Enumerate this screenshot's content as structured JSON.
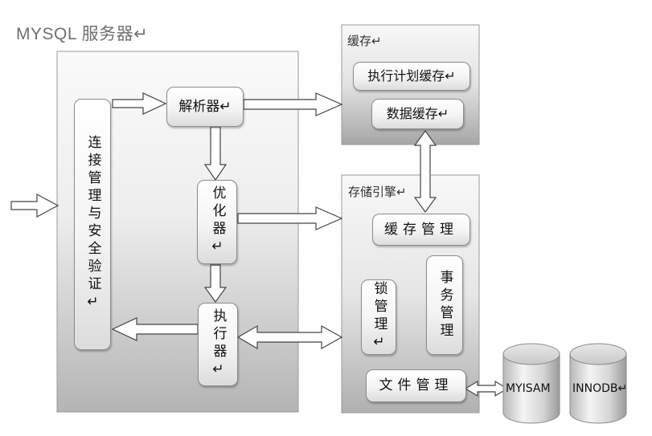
{
  "title": "MYSQL 服务器↵",
  "panels": {
    "cache": "缓存↵",
    "engine": "存储引擎↵"
  },
  "boxes": {
    "connection": "连接管理与安全验证↵",
    "parser": "解析器↵",
    "optimizer": "优化器↵",
    "executor": "执行器↵",
    "plan_cache": "执行计划缓存↵",
    "data_cache": "数据缓存↵",
    "cache_mgmt": "缓存管理",
    "lock_mgmt": "锁管理↵",
    "txn_mgmt": "事务管理",
    "file_mgmt": "文件管理"
  },
  "storage": {
    "myisam": "MYISAM",
    "innodb": "INNODB↵"
  }
}
